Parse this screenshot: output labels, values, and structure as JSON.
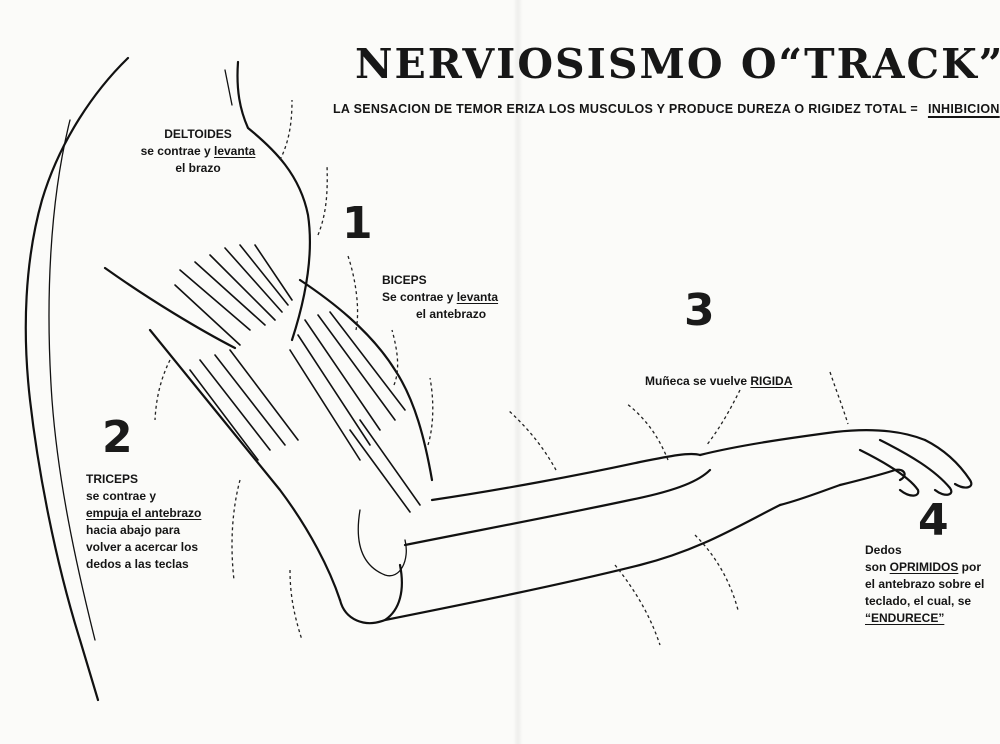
{
  "header": {
    "title": "NERVIOSISMO O“TRACK”",
    "subtitle": "LA SENSACION DE TEMOR ERIZA LOS MUSCULOS Y PRODUCE DUREZA O RIGIDEZ TOTAL  =",
    "subtitle_highlight": "INHIBICION"
  },
  "steps": {
    "n1": "1",
    "n2": "2",
    "n3": "3",
    "n4": "4"
  },
  "deltoides": {
    "name": "DELTOIDES",
    "line2_pre": "se contrae y ",
    "line2_u": "levanta",
    "line3": "el brazo"
  },
  "biceps": {
    "name": "BICEPS",
    "line2_pre": "Se contrae y ",
    "line2_u": "levanta",
    "line3": "el antebrazo"
  },
  "triceps": {
    "name": "TRICEPS",
    "line2": "se contrae y",
    "line3_u": "empuja el antebrazo",
    "line4": "hacia abajo para",
    "line5": "volver a acercar los",
    "line6": "dedos a las teclas"
  },
  "muneca": {
    "pre": "Muñeca se vuelve ",
    "u": "RIGIDA"
  },
  "dedos": {
    "line1": "Dedos",
    "line2_pre": "son ",
    "line2_u": "OPRIMIDOS",
    "line2_post": " por",
    "line3": "el antebrazo sobre el",
    "line4": "teclado, el cual, se",
    "line5_u": "“ENDURECE”"
  },
  "colors": {
    "ink": "#111111",
    "paper": "#fbfbf9"
  }
}
